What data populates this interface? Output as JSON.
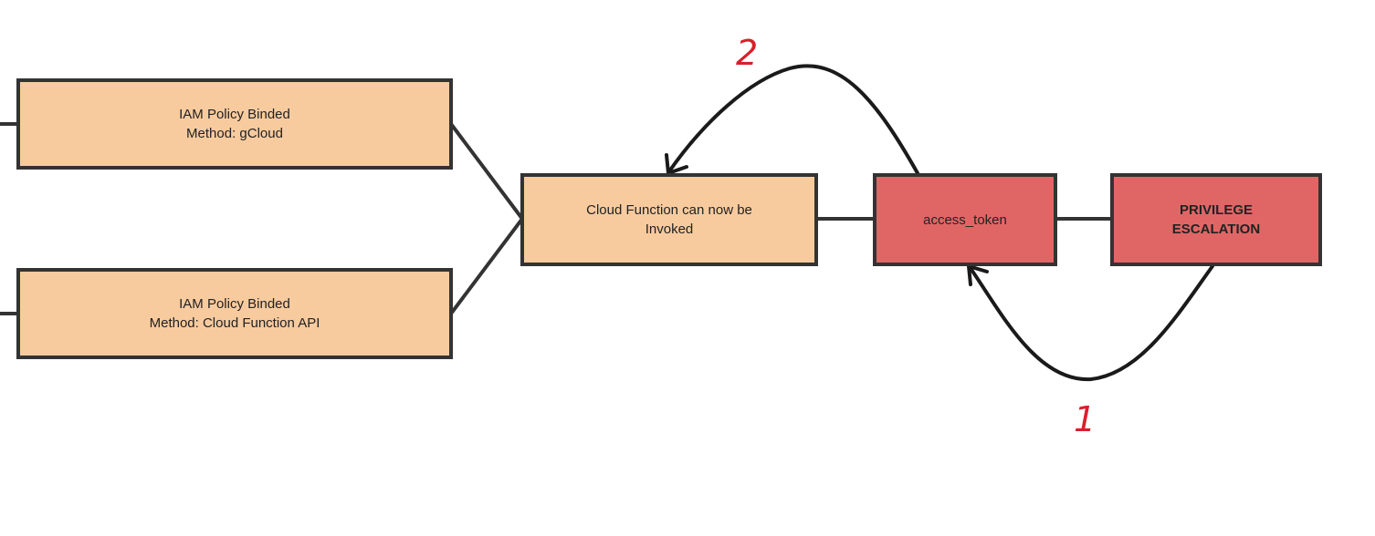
{
  "colors": {
    "orange_fill": "#f8cb9f",
    "red_fill": "#e06666",
    "stroke": "#333333",
    "annotation": "#d91f2b",
    "arrow": "#1a1a1a"
  },
  "nodes": {
    "iam_gcloud": {
      "line1": "IAM Policy Binded",
      "line2": "Method: gCloud"
    },
    "iam_api": {
      "line1": "IAM Policy Binded",
      "line2": "Method: Cloud Function API"
    },
    "cloud_function": {
      "line1": "Cloud Function can now be",
      "line2": "Invoked"
    },
    "access_token": {
      "line1": "access_token"
    },
    "privilege_escalation": {
      "line1": "PRIVILEGE",
      "line2": "ESCALATION"
    }
  },
  "annotations": {
    "step_one": "1",
    "step_two": "2"
  }
}
